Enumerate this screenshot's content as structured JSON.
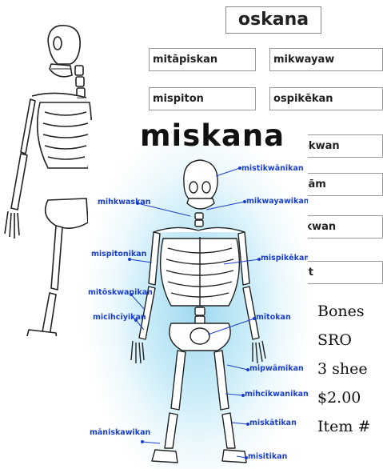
{
  "back_sheet": {
    "title": "oskana",
    "labels": [
      "mitāpiskan",
      "mikwayaw",
      "mispiton",
      "ospikēkan",
      "okwan",
      "vām",
      "ikwan",
      "āt"
    ]
  },
  "front_sheet": {
    "title": "miskana",
    "labels": {
      "mistikwanikan": "mistikwānikan",
      "mihkwaskan": "mihkwaskan",
      "mikwayawikan": "mikwayawikan",
      "mispitonikan": "mispitonikan",
      "mispikekan": "mispikēkan",
      "mitoskwanikan": "mitōskwanikan",
      "micihciyikan": "micihcīyikan",
      "mitokan": "mītokan",
      "mipwamikan": "mipwāmikan",
      "mihcikwanikan": "mihcikwanikan",
      "miskatikan": "miskātikan",
      "maniskawikan": "māniskawikan",
      "misitikan": "misitikan"
    },
    "label_color": "#1a3fd0",
    "glow_color": "#9fd9f0"
  },
  "description": {
    "line1": "Bones",
    "line2": "SRO",
    "line3": "3 shee",
    "line4": "$2.00",
    "line5": "Item #"
  }
}
